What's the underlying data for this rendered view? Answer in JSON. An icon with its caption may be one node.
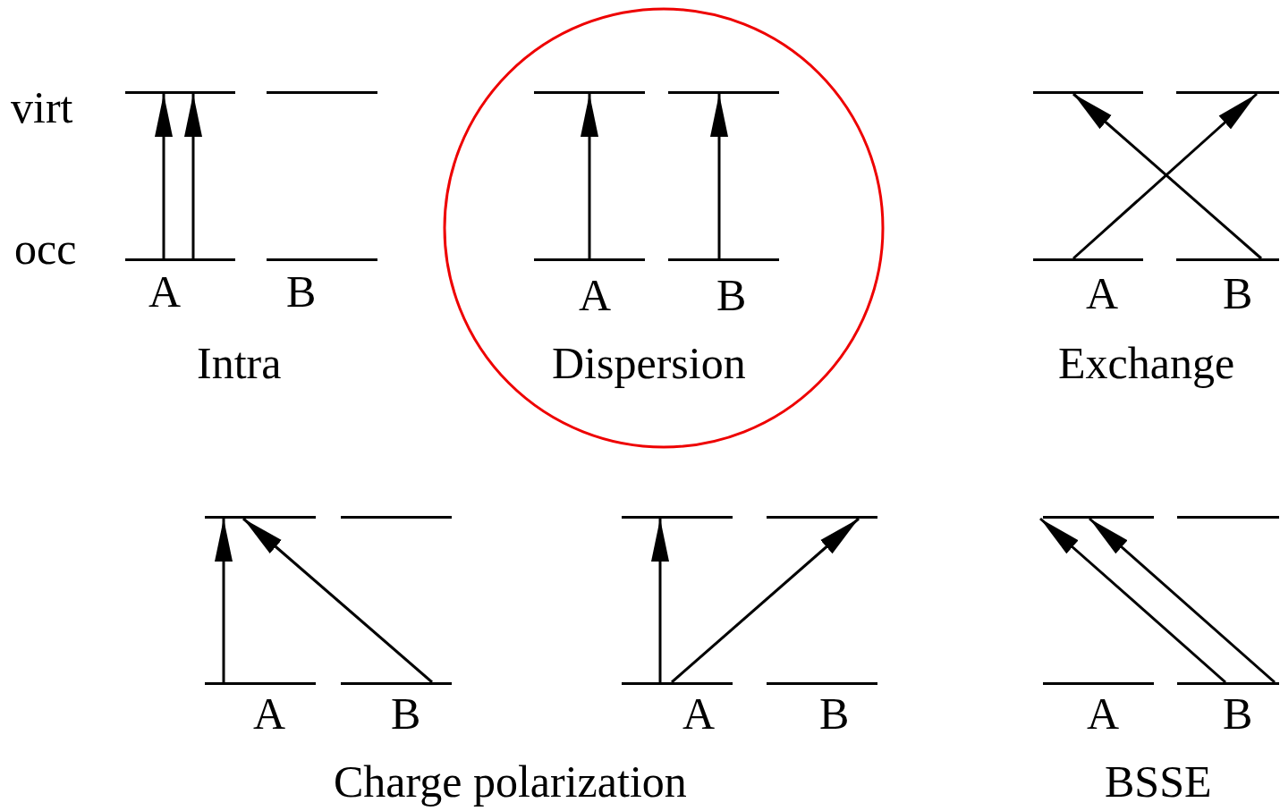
{
  "diagram": {
    "nodes": [
      {
        "text": [],
        "shape": "circle"
      },
      {
        "text": [],
        "shape": "bar"
      },
      {
        "text": [],
        "shape": "bar"
      },
      {
        "text": [],
        "shape": "bar",
        "in": 0
      },
      {
        "text": [],
        "shape": "bar",
        "in": 0
      },
      {
        "text": [],
        "shape": "bar"
      },
      {
        "text": [],
        "shape": "bar"
      },
      {
        "text": [],
        "shape": "bar"
      },
      {
        "text": [],
        "shape": "bar"
      },
      {
        "text": [],
        "shape": "bar",
        "in": 0
      },
      {
        "text": [],
        "shape": "bar",
        "in": 0
      },
      {
        "text": [],
        "shape": "bar"
      },
      {
        "text": [],
        "shape": "bar"
      },
      {
        "text": [],
        "shape": "bar"
      },
      {
        "text": [],
        "shape": "bar"
      },
      {
        "text": [],
        "shape": "bar"
      },
      {
        "text": [],
        "shape": "bar"
      },
      {
        "text": [],
        "shape": "bar"
      },
      {
        "text": [],
        "shape": "bar"
      },
      {
        "text": [],
        "shape": "bar"
      },
      {
        "text": [],
        "shape": "bar"
      },
      {
        "text": [],
        "shape": "bar"
      },
      {
        "text": [],
        "shape": "bar"
      },
      {
        "text": [],
        "shape": "bar"
      },
      {
        "text": [],
        "shape": "bar"
      }
    ],
    "edges": [
      {
        "from": 7,
        "to": 1,
        "arrow": "to"
      },
      {
        "from": 7,
        "to": 1,
        "arrow": "to"
      },
      {
        "from": 9,
        "to": 3,
        "arrow": "to"
      },
      {
        "from": 10,
        "to": 4,
        "arrow": "to"
      },
      {
        "from": 11,
        "to": 6,
        "arrow": "to"
      },
      {
        "from": 12,
        "to": 5,
        "arrow": "to"
      },
      {
        "from": 19,
        "to": 13,
        "arrow": "to"
      },
      {
        "from": 20,
        "to": 13,
        "arrow": "to"
      },
      {
        "from": 21,
        "to": 15,
        "arrow": "to"
      },
      {
        "from": 21,
        "to": 16,
        "arrow": "to"
      },
      {
        "from": 24,
        "to": 17,
        "arrow": "to"
      },
      {
        "from": 24,
        "to": 17,
        "arrow": "to"
      }
    ],
    "labels": [
      "virt",
      "occ",
      "A",
      "B",
      "A",
      "B",
      "A",
      "B",
      "Intra",
      "Dispersion",
      "Exchange",
      "A",
      "B",
      "A",
      "B",
      "A",
      "B",
      "Charge polarization",
      "BSSE"
    ]
  }
}
